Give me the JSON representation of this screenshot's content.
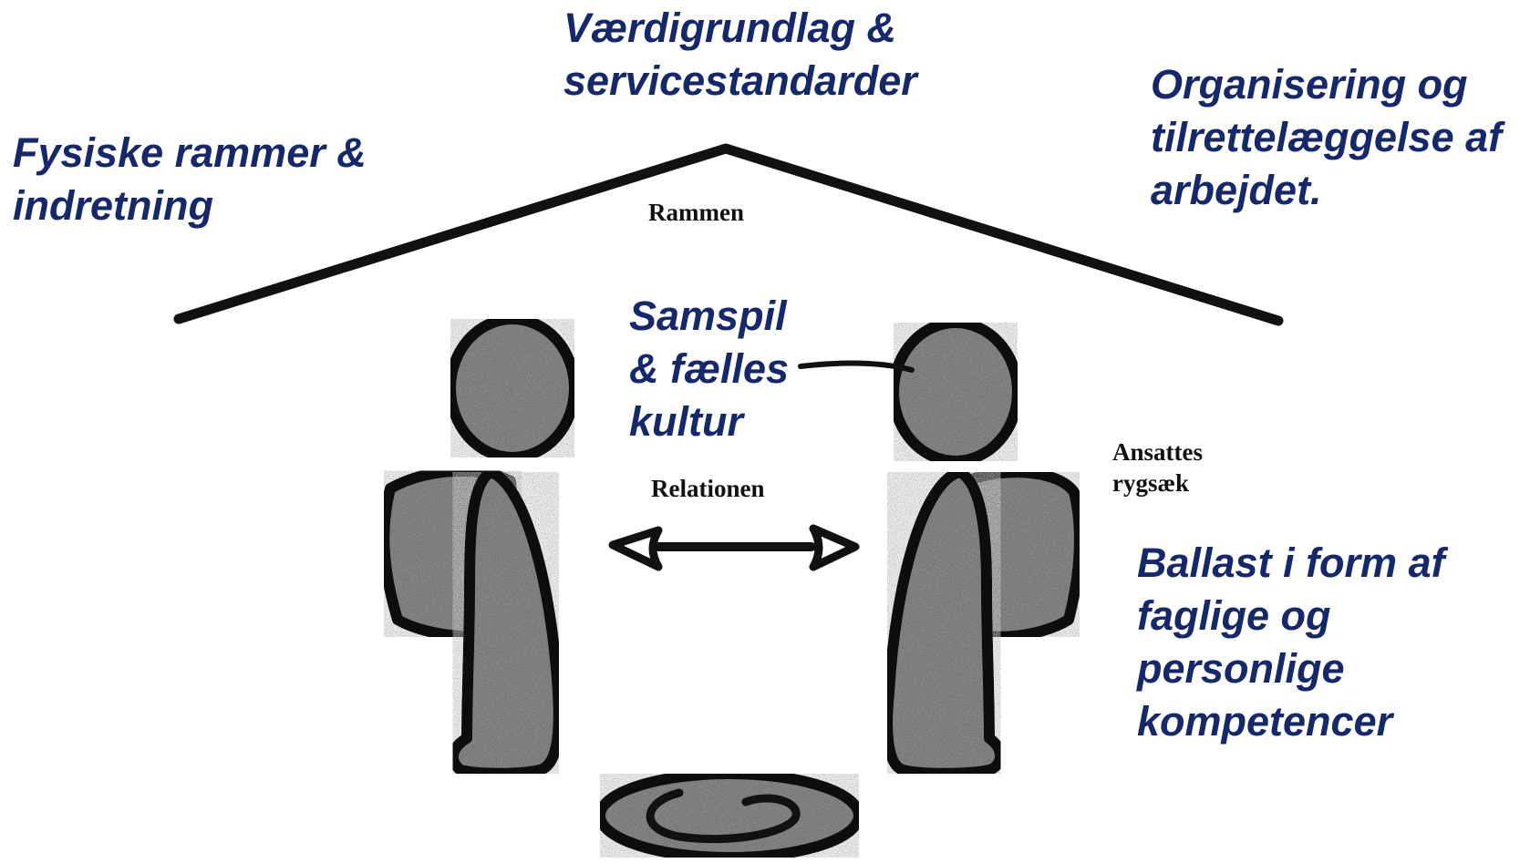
{
  "labels": {
    "values_standards": [
      "Værdigrundlag &",
      "servicestandarder"
    ],
    "physical_frames": [
      "Fysiske rammer &",
      "indretning"
    ],
    "organisation": [
      "Organisering og",
      "tilrettelæggelse af",
      "arbejdet."
    ],
    "interplay_culture": [
      "Samspil",
      "& fælles",
      "kultur"
    ],
    "ballast": [
      "Ballast i form af",
      "faglige og",
      "personlige",
      "kompetencer"
    ]
  },
  "diagram_terms": {
    "frame": "Rammen",
    "relation": "Relationen",
    "backpack": [
      "Ansattes",
      "rygsæk"
    ]
  },
  "colors": {
    "label_blue": "#14286b",
    "outline": "#111111",
    "figure_fill": "#8e8e8e"
  },
  "icons": [
    "roof-line",
    "person-figure-left",
    "person-figure-right",
    "double-arrow",
    "ground-swirl"
  ]
}
